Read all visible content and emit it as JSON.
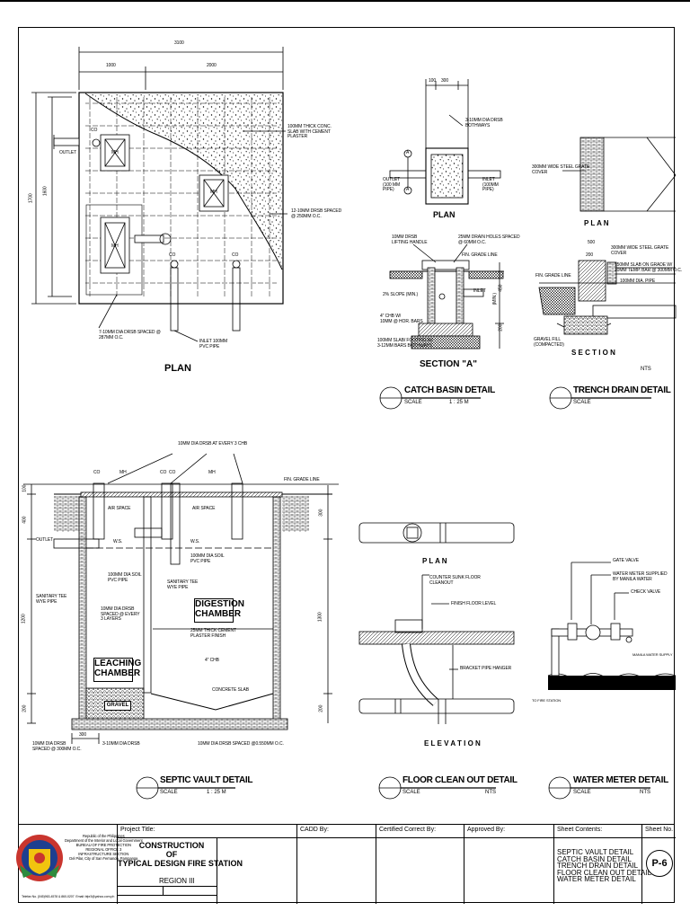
{
  "plan_main": {
    "title": "PLAN",
    "dim_total": "3100",
    "dim_a": "1000",
    "dim_b": "2000",
    "dim_v1": "1700",
    "dim_v2": "1600",
    "labels": {
      "outlet": "OUTLET",
      "co1": "CO",
      "co2": "CO",
      "co3": "CO",
      "mh1": "MH",
      "mh2": "MH",
      "mh3": "MH",
      "slab": "100MM THICK CONC.\nSLAB WITH CEMENT\nPLASTER",
      "bars_top": "12-10MM DRSB SPACED\n@ 250MM O.C.",
      "bars_bot": "7-10MM DIA DRSB SPACED @\n287MM O.C.",
      "inlet": "INLET 100MM\nPVC PIPE"
    }
  },
  "catch_basin": {
    "plan_title": "PLAN",
    "section_title": "SECTION \"A\"",
    "detail_title": "CATCH BASIN DETAIL",
    "scale_label": "SCALE",
    "scale_value": "1  :  25  M",
    "labels": {
      "d1": "300",
      "d2": "100",
      "bars": "3-10MM DIA DRSB\nBOTHWAYS",
      "outlet": "OUTLET\n(100 MM\nPIPE)",
      "inlet": "INLET\n(100MM\nPIPE)",
      "mark": "A",
      "lift": "10MM DRSB\nLIFTING HANDLE",
      "drain": "25MM DRAIN HOLES SPACED\n@ 60MM O.C.",
      "grade": "FIN. GRADE LINE",
      "slope": "2% SLOPE (MIN.)",
      "hoop": "4\" CHB W/\n10MM @ HOR. BARS",
      "footing": "100MM SLAB/ FOOTING W/\n3-12MM BARS BOTHWAYS",
      "inlet2": "INLET",
      "min": "(MIN.)",
      "h1": "450",
      "h2": "200"
    }
  },
  "trench_drain": {
    "plan_title": "P L A N",
    "section_title": "S E C T I O N",
    "detail_title": "TRENCH DRAIN DETAIL",
    "scale_label": "SCALE",
    "nts": "NTS",
    "labels": {
      "cover": "300MM WIDE STEEL GRATE\nCOVER",
      "grating": "300MM WIDE STEEL GRATE\nCOVER",
      "slab": "150MM SLAB ON GRADE W/\n10MM TEMP. BAR @ 300MM O.C.",
      "pipe": "100MM DIA. PIPE",
      "grade": "FIN. GRADE LINE",
      "fill": "GRAVEL FILL\n(COMPACTED)",
      "d1": "200",
      "d2": "500"
    }
  },
  "septic": {
    "detail_title": "SEPTIC VAULT DETAIL",
    "scale_label": "SCALE",
    "scale_value": "1  :  25  M",
    "chamber1": "DIGESTION\nCHAMBER",
    "chamber2": "LEACHING\nCHAMBER",
    "gravel": "GRAVEL",
    "labels": {
      "vent": "10MM DIA DRSB AT EVERY 3 CHB",
      "grade": "FIN. GRADE LINE",
      "co1": "CO",
      "co2": "CO",
      "co3": "CO",
      "mh1": "MH",
      "mh2": "MH",
      "air1": "AIR SPACE",
      "air2": "AIR SPACE",
      "ws1": "W.S.",
      "ws2": "W.S.",
      "outlet": "OUTLET",
      "soil": "100MM DIA SOIL\nPVC PIPE",
      "soil2": "100MM DIA SOIL\nPVC PIPE",
      "tee1": "SANITARY TEE\nWYE PIPE",
      "tee2": "SANITARY TEE\nWYE PIPE",
      "dowel": "10MM DIA DRSB\nSPACED @ EVERY\n3 LAYERS",
      "plaster": "25MM THICK CEMENT\nPLASTER FINISH",
      "chb": "4\" CHB",
      "concrete": "CONCRETE SLAB",
      "bars_l": "10MM DIA DRSB\nSPACED @ 300MM O.C.",
      "bars_m": "3-10MM DIA DRSB",
      "bars_r": "10MM DIA DRSB SPACED @0.550MM O.C.",
      "d300": "300",
      "h100": "100",
      "h400": "400",
      "h1200": "1200",
      "h200": "200",
      "r300": "300",
      "r1300": "1300",
      "r200": "200"
    }
  },
  "floor_clean": {
    "plan_title": "P L A N",
    "elev_title": "E L E V A T I O N",
    "detail_title": "FLOOR CLEAN OUT DETAIL",
    "scale_label": "SCALE",
    "nts": "NTS",
    "labels": {
      "counter": "COUNTER SUNK FLOOR\nCLEANOUT",
      "finish": "FINISH FLOOR LEVEL",
      "hanger": "BRACKET PIPE HANGER"
    }
  },
  "water_meter": {
    "detail_title": "WATER METER DETAIL",
    "scale_label": "SCALE",
    "nts": "NTS",
    "labels": {
      "gate": "GATE VALVE",
      "meter": "WATER METER SUPPLIED\nBY MANILA WATER",
      "check": "CHECK VALVE",
      "supply": "MANILA WATER SUPPLY",
      "station": "TO FIRE STATION"
    }
  },
  "nts_top": "NTS",
  "title_block": {
    "agency": "Republic of the Philippines\nDepartment of the Interior and Local Government\nBUREAU OF FIRE PROTECTION\nREGIONAL OFFICE 3\nINFRASTRUCTURE SECTION\nDel Pilar, City of San Fernando, Pampanga",
    "contact": "Telefax No. (045)963-4578 & 860-0207  Email: bfpr3@yahoo.com.ph",
    "project_title_label": "Project Title:",
    "project_name": "CONSTRUCTION\nOF\nTYPICAL DESIGN FIRE STATION",
    "region": "REGION III",
    "cadd_label": "CADD By:",
    "certified_label": "Certified Correct By:",
    "approved_label": "Approved By:",
    "contents_label": "Sheet Contents:",
    "contents": "SEPTIC VAULT DETAIL\nCATCH BASIN DETAIL\nTRENCH DRAIN DETAIL\nFLOOR CLEAN OUT DETAIL\nWATER METER DETAIL",
    "sheet_label": "Sheet No.",
    "sheet_no": "P-6"
  }
}
